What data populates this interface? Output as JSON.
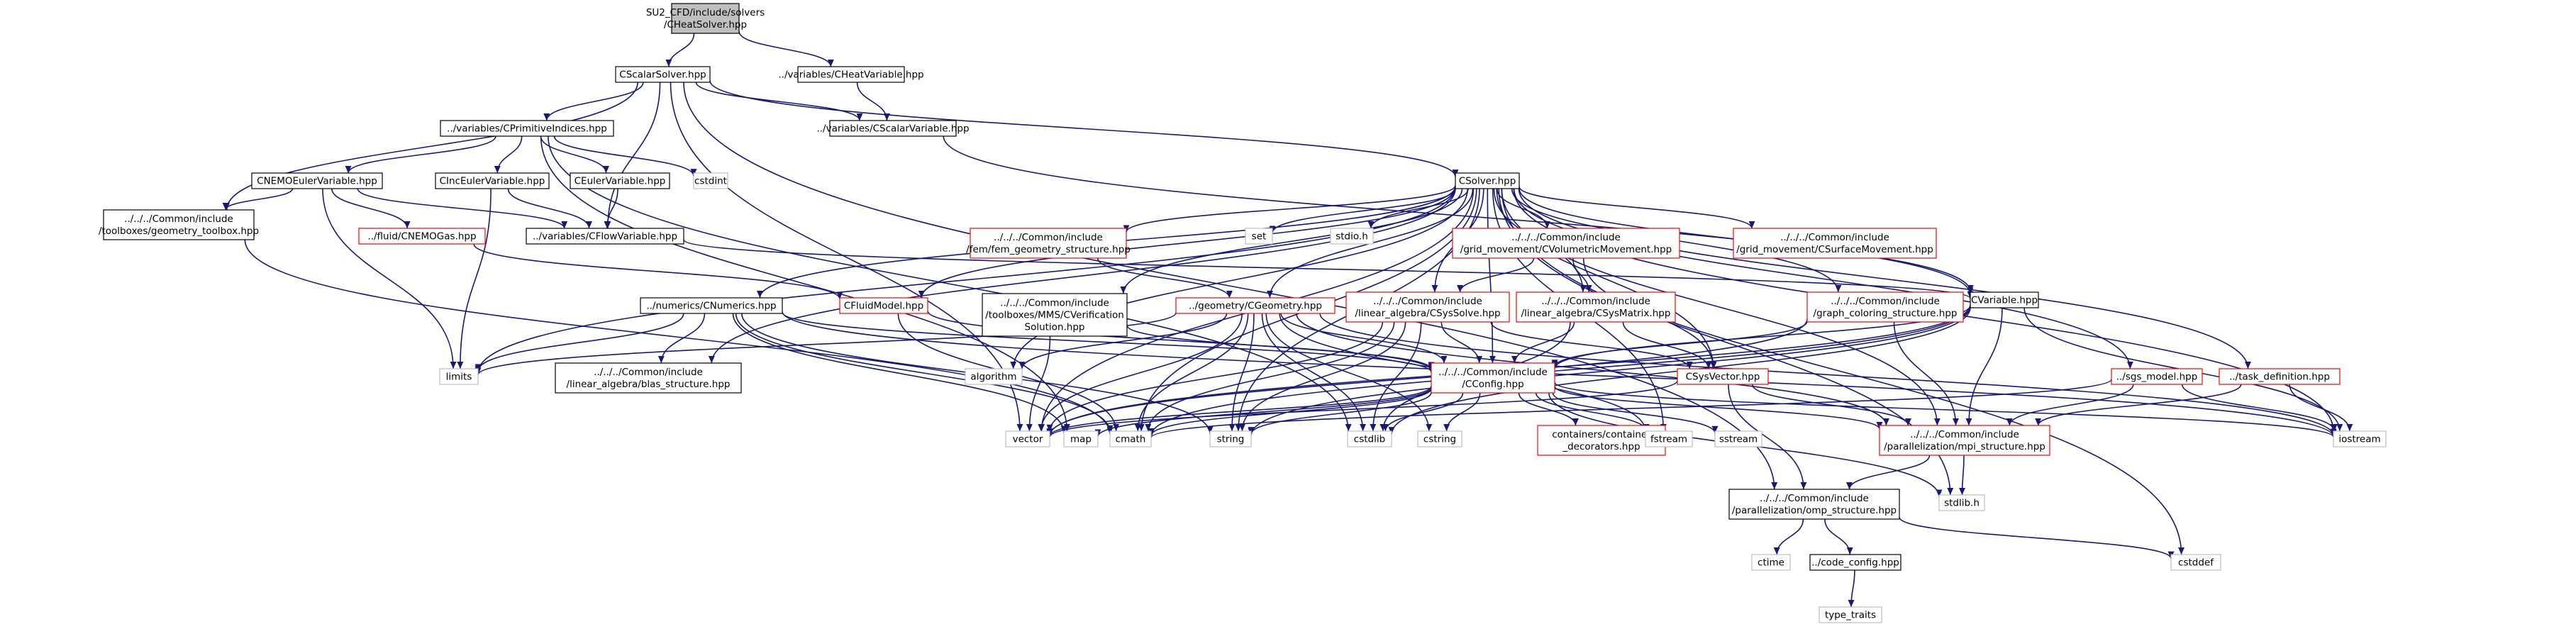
{
  "colors": {
    "edge": "#191970",
    "normal_border": "#000000",
    "truncated_border": "#ff0000",
    "system_border": "#bfbfbf",
    "root_fill": "#bfbfbf",
    "text": "#000000",
    "system_text": "#000000"
  },
  "nodes": {
    "root": {
      "lines": [
        "SU2_CFD/include/solvers",
        "/CHeatSolver.hpp"
      ],
      "kind": "root"
    },
    "cscalarsolver": {
      "lines": [
        "CScalarSolver.hpp"
      ],
      "kind": "normal"
    },
    "cheatvariable": {
      "lines": [
        "../variables/CHeatVariable.hpp"
      ],
      "kind": "normal"
    },
    "cscalarvariable": {
      "lines": [
        "../variables/CScalarVariable.hpp"
      ],
      "kind": "normal"
    },
    "cprimitiveindices": {
      "lines": [
        "../variables/CPrimitiveIndices.hpp"
      ],
      "kind": "normal"
    },
    "cstdint": {
      "lines": [
        "cstdint"
      ],
      "kind": "system"
    },
    "cnemoeulervariable": {
      "lines": [
        "CNEMOEulerVariable.hpp"
      ],
      "kind": "normal"
    },
    "cinceulervariable": {
      "lines": [
        "CIncEulerVariable.hpp"
      ],
      "kind": "normal"
    },
    "ceulervariable": {
      "lines": [
        "CEulerVariable.hpp"
      ],
      "kind": "normal"
    },
    "csolver": {
      "lines": [
        "CSolver.hpp"
      ],
      "kind": "normal"
    },
    "geometry_toolbox": {
      "lines": [
        "../../../Common/include",
        "/toolboxes/geometry_toolbox.hpp"
      ],
      "kind": "normal"
    },
    "cnemogas": {
      "lines": [
        "../fluid/CNEMOGas.hpp"
      ],
      "kind": "truncated"
    },
    "cflowvariable": {
      "lines": [
        "../variables/CFlowVariable.hpp"
      ],
      "kind": "normal"
    },
    "fem_geometry": {
      "lines": [
        "../../../Common/include",
        "/fem/fem_geometry_structure.hpp"
      ],
      "kind": "truncated"
    },
    "set": {
      "lines": [
        "set"
      ],
      "kind": "system"
    },
    "stdio": {
      "lines": [
        "stdio.h"
      ],
      "kind": "system"
    },
    "cstddef_inc": {
      "lines": [
        "cstddef"
      ],
      "kind": "system"
    },
    "cvolumetricmovement": {
      "lines": [
        "../../../Common/include",
        "/grid_movement/CVolumetricMovement.hpp"
      ],
      "kind": "truncated"
    },
    "csurfacemovement": {
      "lines": [
        "../../../Common/include",
        "/grid_movement/CSurfaceMovement.hpp"
      ],
      "kind": "truncated"
    },
    "graph_coloring": {
      "lines": [
        "../../../Common/include",
        "/graph_coloring_structure.hpp"
      ],
      "kind": "truncated"
    },
    "cvariable": {
      "lines": [
        "CVariable.hpp"
      ],
      "kind": "normal"
    },
    "cnumerics": {
      "lines": [
        "../numerics/CNumerics.hpp"
      ],
      "kind": "normal"
    },
    "cfluidmodel": {
      "lines": [
        "CFluidModel.hpp"
      ],
      "kind": "truncated"
    },
    "cverification": {
      "lines": [
        "../../../Common/include",
        "/toolboxes/MMS/CVerification",
        "Solution.hpp"
      ],
      "kind": "normal"
    },
    "cgeometry": {
      "lines": [
        "../geometry/CGeometry.hpp"
      ],
      "kind": "truncated"
    },
    "csyssolve": {
      "lines": [
        "../../../Common/include",
        "/linear_algebra/CSysSolve.hpp"
      ],
      "kind": "truncated"
    },
    "csysmatrix": {
      "lines": [
        "../../../Common/include",
        "/linear_algebra/CSysMatrix.hpp"
      ],
      "kind": "truncated"
    },
    "limits": {
      "lines": [
        "limits"
      ],
      "kind": "system"
    },
    "blas_structure": {
      "lines": [
        "../../../Common/include",
        "/linear_algebra/blas_structure.hpp"
      ],
      "kind": "normal"
    },
    "algorithm": {
      "lines": [
        "algorithm"
      ],
      "kind": "system"
    },
    "cconfig": {
      "lines": [
        "../../../Common/include",
        "/CConfig.hpp"
      ],
      "kind": "truncated"
    },
    "csysvector": {
      "lines": [
        "CSysVector.hpp"
      ],
      "kind": "truncated"
    },
    "sgs_model": {
      "lines": [
        "../sgs_model.hpp"
      ],
      "kind": "truncated"
    },
    "task_definition": {
      "lines": [
        "../task_definition.hpp"
      ],
      "kind": "truncated"
    },
    "vector": {
      "lines": [
        "vector"
      ],
      "kind": "system"
    },
    "map": {
      "lines": [
        "map"
      ],
      "kind": "system"
    },
    "cmath": {
      "lines": [
        "cmath"
      ],
      "kind": "system"
    },
    "string": {
      "lines": [
        "string"
      ],
      "kind": "system"
    },
    "cstdlib": {
      "lines": [
        "cstdlib"
      ],
      "kind": "system"
    },
    "cstring": {
      "lines": [
        "cstring"
      ],
      "kind": "system"
    },
    "container_decorators": {
      "lines": [
        "containers/container",
        "_decorators.hpp"
      ],
      "kind": "truncated"
    },
    "fstream": {
      "lines": [
        "fstream"
      ],
      "kind": "system"
    },
    "sstream": {
      "lines": [
        "sstream"
      ],
      "kind": "system"
    },
    "mpi_structure": {
      "lines": [
        "../../../Common/include",
        "/parallelization/mpi_structure.hpp"
      ],
      "kind": "truncated"
    },
    "iostream": {
      "lines": [
        "iostream"
      ],
      "kind": "system"
    },
    "omp_structure": {
      "lines": [
        "../../../Common/include",
        "/parallelization/omp_structure.hpp"
      ],
      "kind": "normal"
    },
    "stdlib": {
      "lines": [
        "stdlib.h"
      ],
      "kind": "system"
    },
    "cstddef": {
      "lines": [
        "cstddef"
      ],
      "kind": "system"
    },
    "ctime": {
      "lines": [
        "ctime"
      ],
      "kind": "system"
    },
    "code_config": {
      "lines": [
        "../code_config.hpp"
      ],
      "kind": "normal"
    },
    "type_traits": {
      "lines": [
        "type_traits"
      ],
      "kind": "system"
    }
  },
  "edges": [
    [
      "root",
      "cscalarsolver"
    ],
    [
      "root",
      "cheatvariable"
    ],
    [
      "cscalarsolver",
      "cscalarvariable"
    ],
    [
      "cscalarsolver",
      "cprimitiveindices"
    ],
    [
      "cscalarsolver",
      "csolver"
    ],
    [
      "cscalarsolver",
      "geometry_toolbox"
    ],
    [
      "cscalarsolver",
      "cflowvariable"
    ],
    [
      "cscalarsolver",
      "omp_structure"
    ],
    [
      "cscalarsolver",
      "vector"
    ],
    [
      "cheatvariable",
      "cscalarvariable"
    ],
    [
      "cscalarvariable",
      "cvariable"
    ],
    [
      "cprimitiveindices",
      "cstdint"
    ],
    [
      "cprimitiveindices",
      "cnemoeulervariable"
    ],
    [
      "cprimitiveindices",
      "cinceulervariable"
    ],
    [
      "cprimitiveindices",
      "ceulervariable"
    ],
    [
      "cprimitiveindices",
      "map"
    ],
    [
      "cprimitiveindices",
      "cstdlib"
    ],
    [
      "cnemoeulervariable",
      "geometry_toolbox"
    ],
    [
      "cnemoeulervariable",
      "cnemogas"
    ],
    [
      "cnemoeulervariable",
      "cflowvariable"
    ],
    [
      "cnemoeulervariable",
      "limits"
    ],
    [
      "cinceulervariable",
      "cflowvariable"
    ],
    [
      "ceulervariable",
      "cflowvariable"
    ],
    [
      "cinceulervariable",
      "limits"
    ],
    [
      "cflowvariable",
      "cvariable"
    ],
    [
      "geometry_toolbox",
      "cmath"
    ],
    [
      "cnemogas",
      "cfluidmodel"
    ],
    [
      "csolver",
      "fem_geometry"
    ],
    [
      "csolver",
      "set"
    ],
    [
      "csolver",
      "stdio"
    ],
    [
      "csolver",
      "cvolumetricmovement"
    ],
    [
      "csolver",
      "csurfacemovement"
    ],
    [
      "csolver",
      "graph_coloring"
    ],
    [
      "csolver",
      "cvariable"
    ],
    [
      "csolver",
      "cnumerics"
    ],
    [
      "csolver",
      "cfluidmodel"
    ],
    [
      "csolver",
      "cverification"
    ],
    [
      "csolver",
      "cgeometry"
    ],
    [
      "csolver",
      "csyssolve"
    ],
    [
      "csolver",
      "csysmatrix"
    ],
    [
      "csolver",
      "limits"
    ],
    [
      "csolver",
      "blas_structure"
    ],
    [
      "csolver",
      "algorithm"
    ],
    [
      "csolver",
      "cconfig"
    ],
    [
      "csolver",
      "csysvector"
    ],
    [
      "csolver",
      "sgs_model"
    ],
    [
      "csolver",
      "task_definition"
    ],
    [
      "csolver",
      "string"
    ],
    [
      "csolver",
      "vector"
    ],
    [
      "csolver",
      "cmath"
    ],
    [
      "csolver",
      "fstream"
    ],
    [
      "csolver",
      "iostream"
    ],
    [
      "csolver",
      "stdlib"
    ],
    [
      "csolver",
      "cstddef"
    ],
    [
      "csolver",
      "mpi_structure"
    ],
    [
      "fem_geometry",
      "cgeometry"
    ],
    [
      "cvolumetricmovement",
      "csyssolve"
    ],
    [
      "cvolumetricmovement",
      "csysmatrix"
    ],
    [
      "cvolumetricmovement",
      "csysvector"
    ],
    [
      "graph_coloring",
      "mpi_structure"
    ],
    [
      "graph_coloring",
      "cconfig"
    ],
    [
      "graph_coloring",
      "vector"
    ],
    [
      "cvariable",
      "cconfig"
    ],
    [
      "cvariable",
      "mpi_structure"
    ],
    [
      "cvariable",
      "iostream"
    ],
    [
      "cvariable",
      "vector"
    ],
    [
      "cvariable",
      "cmath"
    ],
    [
      "cvariable",
      "cstdlib"
    ],
    [
      "cvariable",
      "string"
    ],
    [
      "cnumerics",
      "limits"
    ],
    [
      "cnumerics",
      "blas_structure"
    ],
    [
      "cnumerics",
      "cconfig"
    ],
    [
      "cnumerics",
      "cmath"
    ],
    [
      "cnumerics",
      "map"
    ],
    [
      "cnumerics",
      "iostream"
    ],
    [
      "cnumerics",
      "string"
    ],
    [
      "cfluidmodel",
      "cconfig"
    ],
    [
      "cfluidmodel",
      "cmath"
    ],
    [
      "cverification",
      "cconfig"
    ],
    [
      "cverification",
      "vector"
    ],
    [
      "cgeometry",
      "algorithm"
    ],
    [
      "cgeometry",
      "limits"
    ],
    [
      "cgeometry",
      "cconfig"
    ],
    [
      "cgeometry",
      "string"
    ],
    [
      "cgeometry",
      "cstdlib"
    ],
    [
      "cgeometry",
      "cstring"
    ],
    [
      "cgeometry",
      "fstream"
    ],
    [
      "cgeometry",
      "cmath"
    ],
    [
      "cgeometry",
      "mpi_structure"
    ],
    [
      "cgeometry",
      "vector"
    ],
    [
      "cgeometry",
      "iostream"
    ],
    [
      "csyssolve",
      "cconfig"
    ],
    [
      "csyssolve",
      "csysvector"
    ],
    [
      "csyssolve",
      "vector"
    ],
    [
      "csyssolve",
      "cmath"
    ],
    [
      "csyssolve",
      "cstdlib"
    ],
    [
      "csyssolve",
      "string"
    ],
    [
      "csysmatrix",
      "cconfig"
    ],
    [
      "csysmatrix",
      "csysvector"
    ],
    [
      "csysmatrix",
      "cstdlib"
    ],
    [
      "cconfig",
      "vector"
    ],
    [
      "cconfig",
      "map"
    ],
    [
      "cconfig",
      "cmath"
    ],
    [
      "cconfig",
      "string"
    ],
    [
      "cconfig",
      "cstdlib"
    ],
    [
      "cconfig",
      "cstring"
    ],
    [
      "cconfig",
      "container_decorators"
    ],
    [
      "cconfig",
      "fstream"
    ],
    [
      "cconfig",
      "sstream"
    ],
    [
      "cconfig",
      "mpi_structure"
    ],
    [
      "cconfig",
      "iostream"
    ],
    [
      "cconfig",
      "stdlib"
    ],
    [
      "csysvector",
      "omp_structure"
    ],
    [
      "csysvector",
      "vector"
    ],
    [
      "csysvector",
      "mpi_structure"
    ],
    [
      "sgs_model",
      "mpi_structure"
    ],
    [
      "sgs_model",
      "iostream"
    ],
    [
      "sgs_model",
      "cmath"
    ],
    [
      "task_definition",
      "mpi_structure"
    ],
    [
      "task_definition",
      "iostream"
    ],
    [
      "mpi_structure",
      "omp_structure"
    ],
    [
      "mpi_structure",
      "stdlib"
    ],
    [
      "omp_structure",
      "ctime"
    ],
    [
      "omp_structure",
      "code_config"
    ],
    [
      "omp_structure",
      "cstddef"
    ],
    [
      "code_config",
      "type_traits"
    ]
  ]
}
